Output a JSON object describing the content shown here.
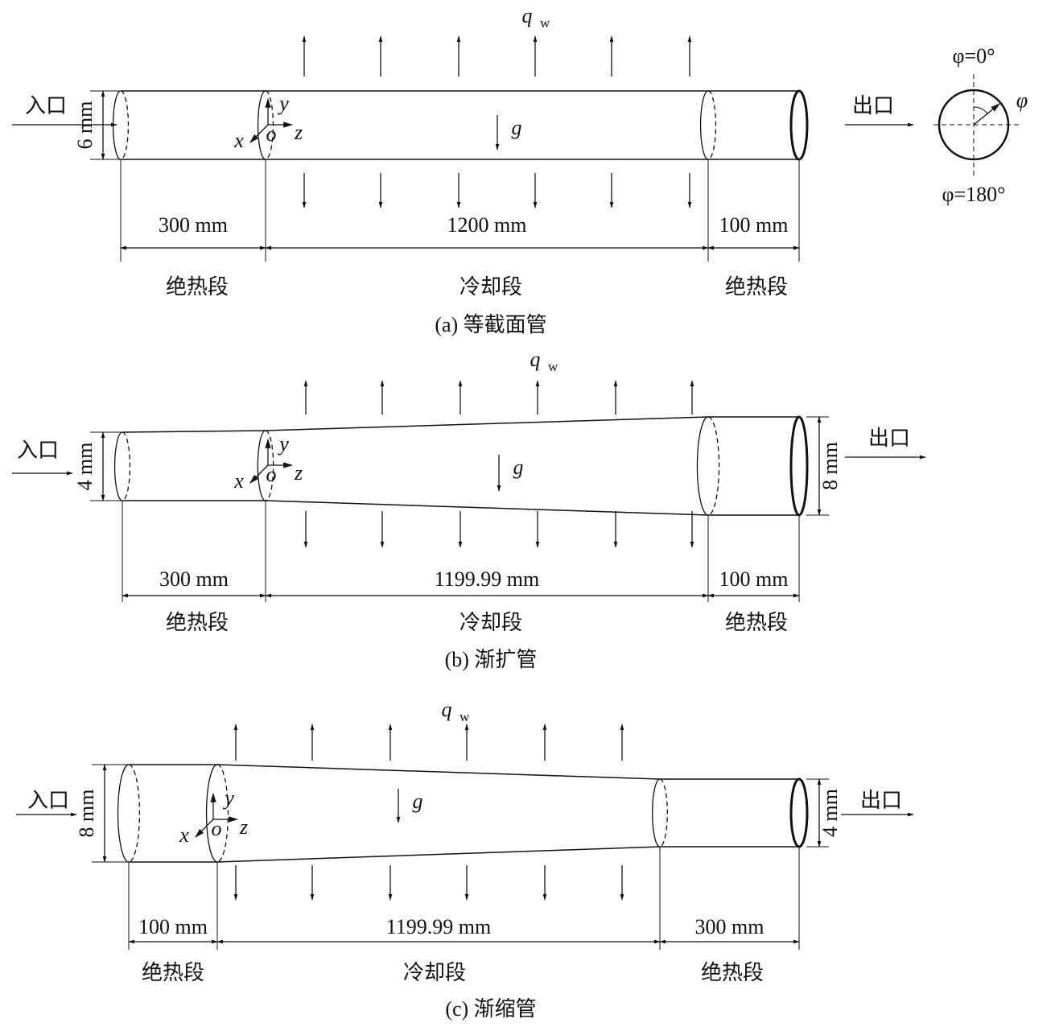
{
  "panels": [
    {
      "caption": "(a) 等截面管",
      "heat_flux": "q",
      "heat_flux_sub": "w",
      "gravity": "g",
      "inlet": "入口",
      "outlet": "出口",
      "inlet_diameter": "6 mm",
      "outlet_diameter": "",
      "axes": {
        "x": "x",
        "y": "y",
        "z": "z",
        "o": "o"
      },
      "lengths": [
        "300 mm",
        "1200 mm",
        "100 mm"
      ],
      "sections": [
        "绝热段",
        "冷却段",
        "绝热段"
      ]
    },
    {
      "caption": "(b) 渐扩管",
      "heat_flux": "q",
      "heat_flux_sub": "w",
      "gravity": "g",
      "inlet": "入口",
      "outlet": "出口",
      "inlet_diameter": "4 mm",
      "outlet_diameter": "8 mm",
      "axes": {
        "x": "x",
        "y": "y",
        "z": "z",
        "o": "o"
      },
      "lengths": [
        "300 mm",
        "1199.99 mm",
        "100 mm"
      ],
      "sections": [
        "绝热段",
        "冷却段",
        "绝热段"
      ]
    },
    {
      "caption": "(c) 渐缩管",
      "heat_flux": "q",
      "heat_flux_sub": "w",
      "gravity": "g",
      "inlet": "入口",
      "outlet": "出口",
      "inlet_diameter": "8 mm",
      "outlet_diameter": "4 mm",
      "axes": {
        "x": "x",
        "y": "y",
        "z": "z",
        "o": "o"
      },
      "lengths": [
        "100 mm",
        "1199.99 mm",
        "300 mm"
      ],
      "sections": [
        "绝热段",
        "冷却段",
        "绝热段"
      ]
    }
  ],
  "cross_section": {
    "top": "φ=0°",
    "bottom": "φ=180°",
    "angle": "φ"
  }
}
